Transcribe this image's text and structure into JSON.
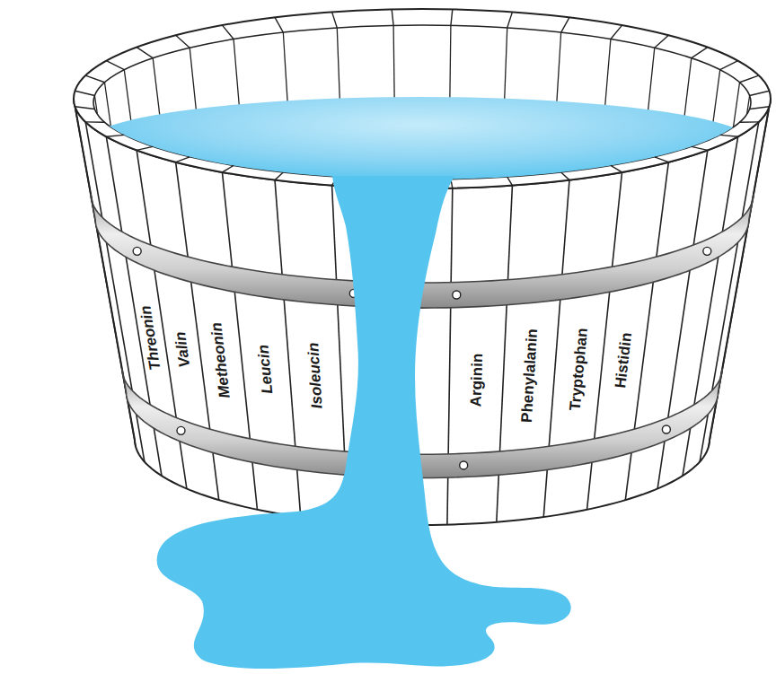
{
  "diagram": {
    "labels": [
      "Threonin",
      "Valin",
      "Metheonin",
      "Leucin",
      "Isoleucin",
      "Arginin",
      "Phenylalanin",
      "Tryptophan",
      "Histidin"
    ]
  }
}
